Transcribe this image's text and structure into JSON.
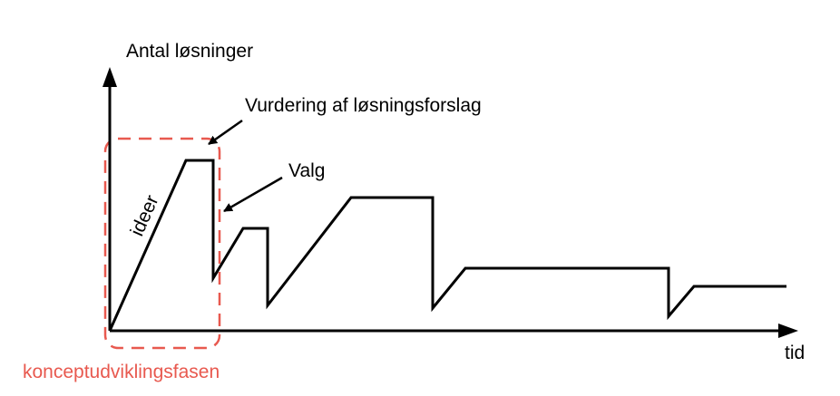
{
  "labels": {
    "y_axis": "Antal løsninger",
    "x_axis": "tid",
    "ideas": "ideer",
    "evaluation": "Vurdering af løsningsforslag",
    "choice": "Valg",
    "phase": "konceptudviklingsfasen"
  },
  "colors": {
    "line": "#000000",
    "phase_box": "#e8594f"
  }
}
